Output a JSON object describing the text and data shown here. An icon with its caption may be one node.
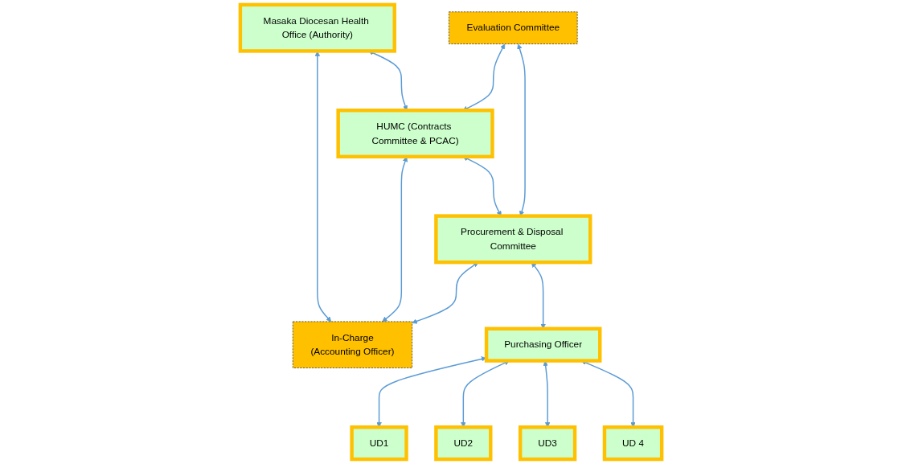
{
  "diagram": {
    "nodes": [
      {
        "text": [
          "Masaka Diocesan Health Office (Authority)"
        ]
      },
      {
        "text": [
          "HUMC (Contracts Committee & PCAC)"
        ]
      },
      {
        "text": [
          "In-Charge",
          "(Accounting Officer)"
        ]
      },
      {
        "text": [
          "Evaluation Committee"
        ]
      },
      {
        "text": [
          "Procurement & Disposal Committee"
        ]
      },
      {
        "text": [
          "Purchasing Officer"
        ]
      },
      {
        "text": [
          "UD1"
        ]
      },
      {
        "text": [
          "UD2"
        ]
      },
      {
        "text": [
          "UD3"
        ]
      },
      {
        "text": [
          "UD 4"
        ]
      }
    ],
    "edges": [
      {
        "from": 0,
        "to": 1,
        "arrow": "both"
      },
      {
        "from": 0,
        "to": 2,
        "arrow": "both"
      },
      {
        "from": 3,
        "to": 1,
        "arrow": "both"
      },
      {
        "from": 1,
        "to": 2,
        "arrow": "both"
      },
      {
        "from": 1,
        "to": 4,
        "arrow": "both"
      },
      {
        "from": 3,
        "to": 4,
        "arrow": "both"
      },
      {
        "from": 4,
        "to": 2,
        "arrow": "both"
      },
      {
        "from": 4,
        "to": 5,
        "arrow": "both"
      },
      {
        "from": 5,
        "to": 6,
        "arrow": "both"
      },
      {
        "from": 5,
        "to": 7,
        "arrow": "both"
      },
      {
        "from": 5,
        "to": 8,
        "arrow": "both"
      },
      {
        "from": 5,
        "to": 9,
        "arrow": "both"
      }
    ]
  }
}
